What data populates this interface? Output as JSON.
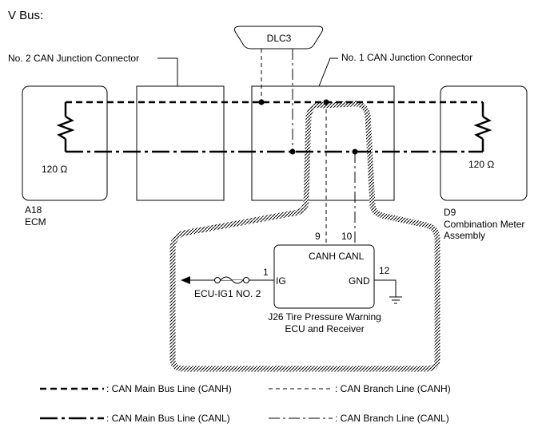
{
  "title": "V Bus:",
  "labels": {
    "dlc3": "DLC3",
    "no2_junction": "No. 2 CAN Junction Connector",
    "no1_junction": "No. 1 CAN Junction Connector",
    "resistor_left": "120 Ω",
    "resistor_right": "120 Ω",
    "ecm_code": "A18",
    "ecm_name": "ECM",
    "meter_code": "D9",
    "meter_name_1": "Combination Meter",
    "meter_name_2": "Assembly",
    "pin_canh": "9",
    "pin_canl": "10",
    "pin_ig": "1",
    "pin_gnd": "12",
    "term_canh_canl": "CANH CANL",
    "term_ig": "IG",
    "term_gnd": "GND",
    "fuse": "ECU-IG1 NO. 2",
    "ecu_name_1": "J26 Tire Pressure Warning",
    "ecu_name_2": "ECU and Receiver"
  },
  "legend": [
    {
      "text": ": CAN Main Bus Line (CANH)"
    },
    {
      "text": ": CAN Branch Line (CANH)"
    },
    {
      "text": ": CAN Main Bus Line (CANL)"
    },
    {
      "text": ": CAN Branch Line (CANL)"
    }
  ]
}
